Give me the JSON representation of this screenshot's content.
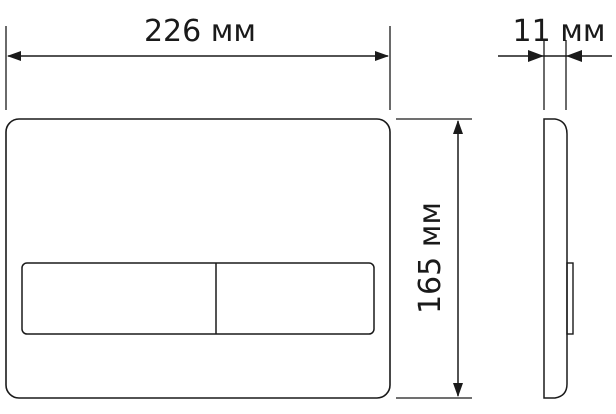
{
  "dimensions": {
    "width_label": "226 мм",
    "depth_label": "11 мм",
    "height_label": "165 мм"
  },
  "colors": {
    "line": "#1a1a1a",
    "background": "#ffffff"
  }
}
